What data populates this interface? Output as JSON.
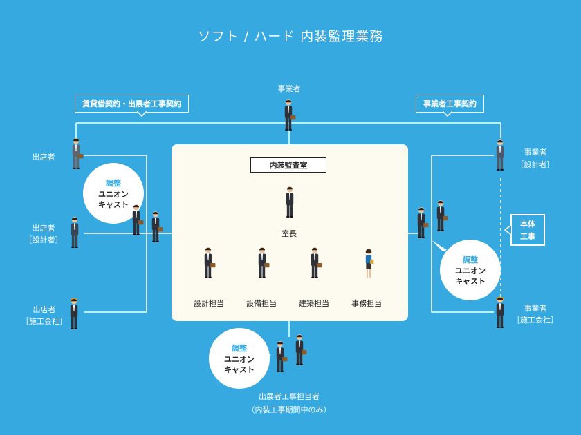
{
  "title": "ソフト / ハード 内装監理業務",
  "labels": {
    "jigyosha_top": "事業者",
    "contract_left": "賃貸借契約・出展者工事契約",
    "contract_right": "事業者工事契約",
    "shutten1": "出店者",
    "shutten2_a": "出店者",
    "shutten2_b": "［設計者］",
    "shutten3_a": "出店者",
    "shutten3_b": "［施工会社］",
    "jigyo_right1_a": "事業者",
    "jigyo_right1_b": "［設計者］",
    "jigyo_right2_a": "事業者",
    "jigyo_right2_b": "［施工会社］",
    "honkou_a": "本体",
    "honkou_b": "工事",
    "bottom_a": "出展者工事担当者",
    "bottom_b": "（内装工事期間中のみ）"
  },
  "panel": {
    "title": "内装監査室",
    "chief": "室長",
    "staff": [
      "設計担当",
      "設備担当",
      "建築担当",
      "事務担当"
    ]
  },
  "bubble": {
    "line1": "調整",
    "line2": "ユニオン",
    "line3": "キャスト"
  },
  "colors": {
    "background": "#36a9e1",
    "panel": "#fdfbf0",
    "accent": "#36a9e1"
  }
}
